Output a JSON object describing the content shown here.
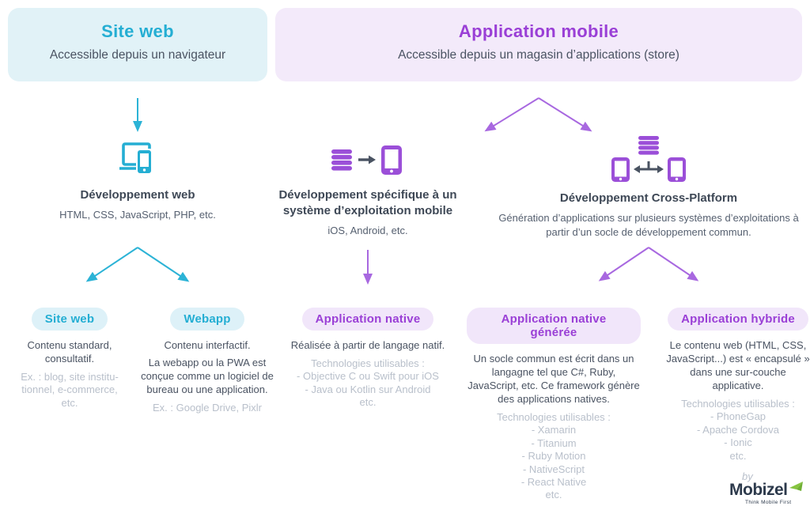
{
  "colors": {
    "cyan": "#24aed3",
    "cyan_bg": "#e1f2f7",
    "purple": "#9a3fd6",
    "purple_arrow": "#a868e0",
    "purple_bg": "#f3eafa",
    "heading": "#3e4856",
    "body_text": "#4a5362",
    "muted_text": "#b9c0cb",
    "logo_navy": "#2d3a4c",
    "logo_green": "#86c440"
  },
  "root_web": {
    "title": "Site web",
    "subtitle": "Accessible depuis un navigateur"
  },
  "root_mobile": {
    "title": "Application mobile",
    "subtitle": "Accessible depuis un magasin d’applications (store)"
  },
  "branches": [
    {
      "icon": "responsive-devices-icon",
      "title": "Développement web",
      "subtitle": "HTML, CSS, JavaScript, PHP, etc."
    },
    {
      "icon": "database-to-phone-icon",
      "title": "Développement spécifique à un système d’exploitation mobile",
      "subtitle": "iOS, Android, etc."
    },
    {
      "icon": "database-two-phones-sync-icon",
      "title": "Développement Cross-Platform",
      "subtitle": "Génération d’applications sur plusieurs systèmes d’exploitations à partir d’un socle de développement commun."
    }
  ],
  "leaves": [
    {
      "pill": "Site web",
      "paragraphs": [
        "Contenu standard, consultatif."
      ],
      "muted_lines": [
        "Ex. : blog, site institu-",
        "tionnel, e-commerce,",
        "etc."
      ]
    },
    {
      "pill": "Webapp",
      "paragraphs": [
        "Contenu interfactif.",
        "La webapp ou la PWA est conçue comme un logiciel de bureau ou une application."
      ],
      "muted_lines": [
        "Ex. : Google Drive, Pixlr"
      ]
    },
    {
      "pill": "Application native",
      "paragraphs": [
        "Réalisée à partir de langage natif."
      ],
      "muted_lines": [
        "Technologies utilisables :",
        "- Objective C ou Swift pour iOS",
        "- Java ou Kotlin sur Android",
        "etc."
      ]
    },
    {
      "pill": "Application native générée",
      "paragraphs": [
        "Un socle commun est écrit dans un langagne tel que C#, Ruby, JavaScript, etc. Ce framework génère des applications natives."
      ],
      "muted_lines": [
        "Technologies utilisables :",
        "- Xamarin",
        "- Titanium",
        "- Ruby Motion",
        "- NativeScript",
        "- React Native",
        "etc."
      ]
    },
    {
      "pill": "Application hybride",
      "paragraphs": [
        "Le contenu web (HTML, CSS, JavaScript...) est « encapsulé » dans une sur-couche applicative."
      ],
      "muted_lines": [
        "Technologies utilisables :",
        "- PhoneGap",
        "- Apache Cordova",
        "- Ionic",
        "etc."
      ]
    }
  ],
  "logo": {
    "by": "by",
    "name": "Mobizel",
    "tagline": "Think Mobile First"
  }
}
